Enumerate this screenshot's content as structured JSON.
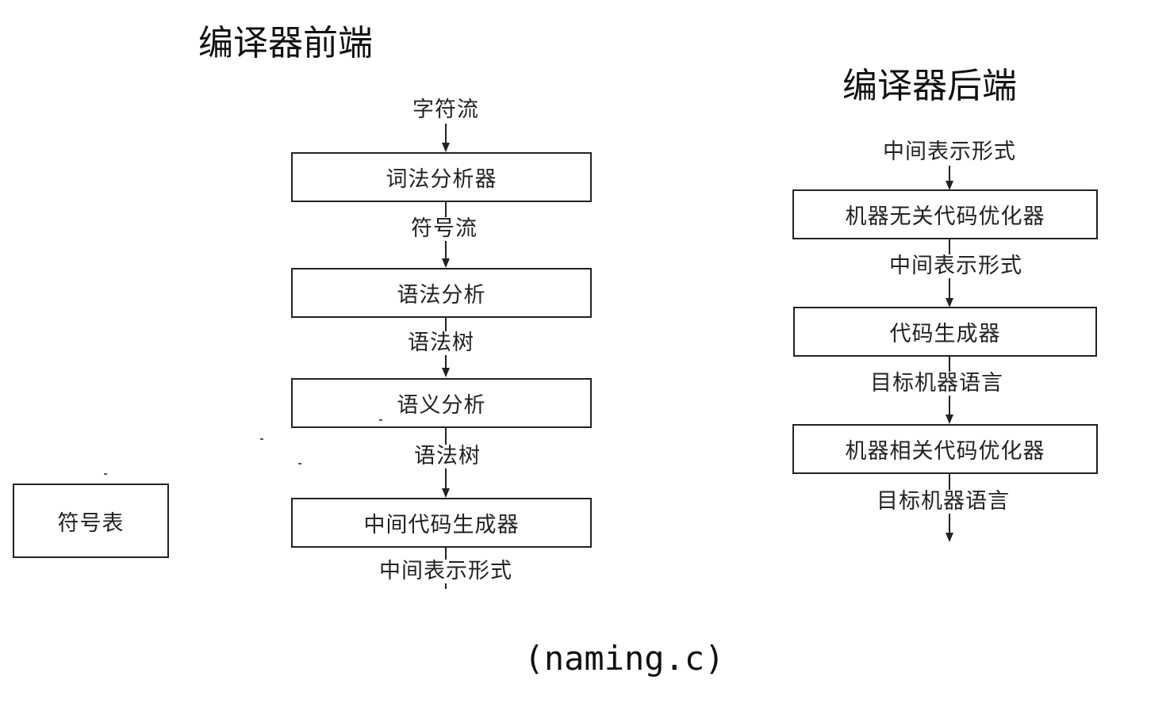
{
  "frontend": {
    "title": "编译器前端",
    "input_label": "字符流",
    "boxes": [
      "词法分析器",
      "语法分析",
      "语义分析",
      "中间代码生成器"
    ],
    "labels": [
      "符号流",
      "语法树",
      "语法树"
    ],
    "output_label": "中间表示形式",
    "symbol_table": "符号表"
  },
  "backend": {
    "title": "编译器后端",
    "input_label": "中间表示形式",
    "boxes": [
      "机器无关代码优化器",
      "代码生成器",
      "机器相关代码优化器"
    ],
    "labels": [
      "中间表示形式",
      "目标机器语言"
    ],
    "output_label": "目标机器语言"
  },
  "caption": "(naming.c)"
}
